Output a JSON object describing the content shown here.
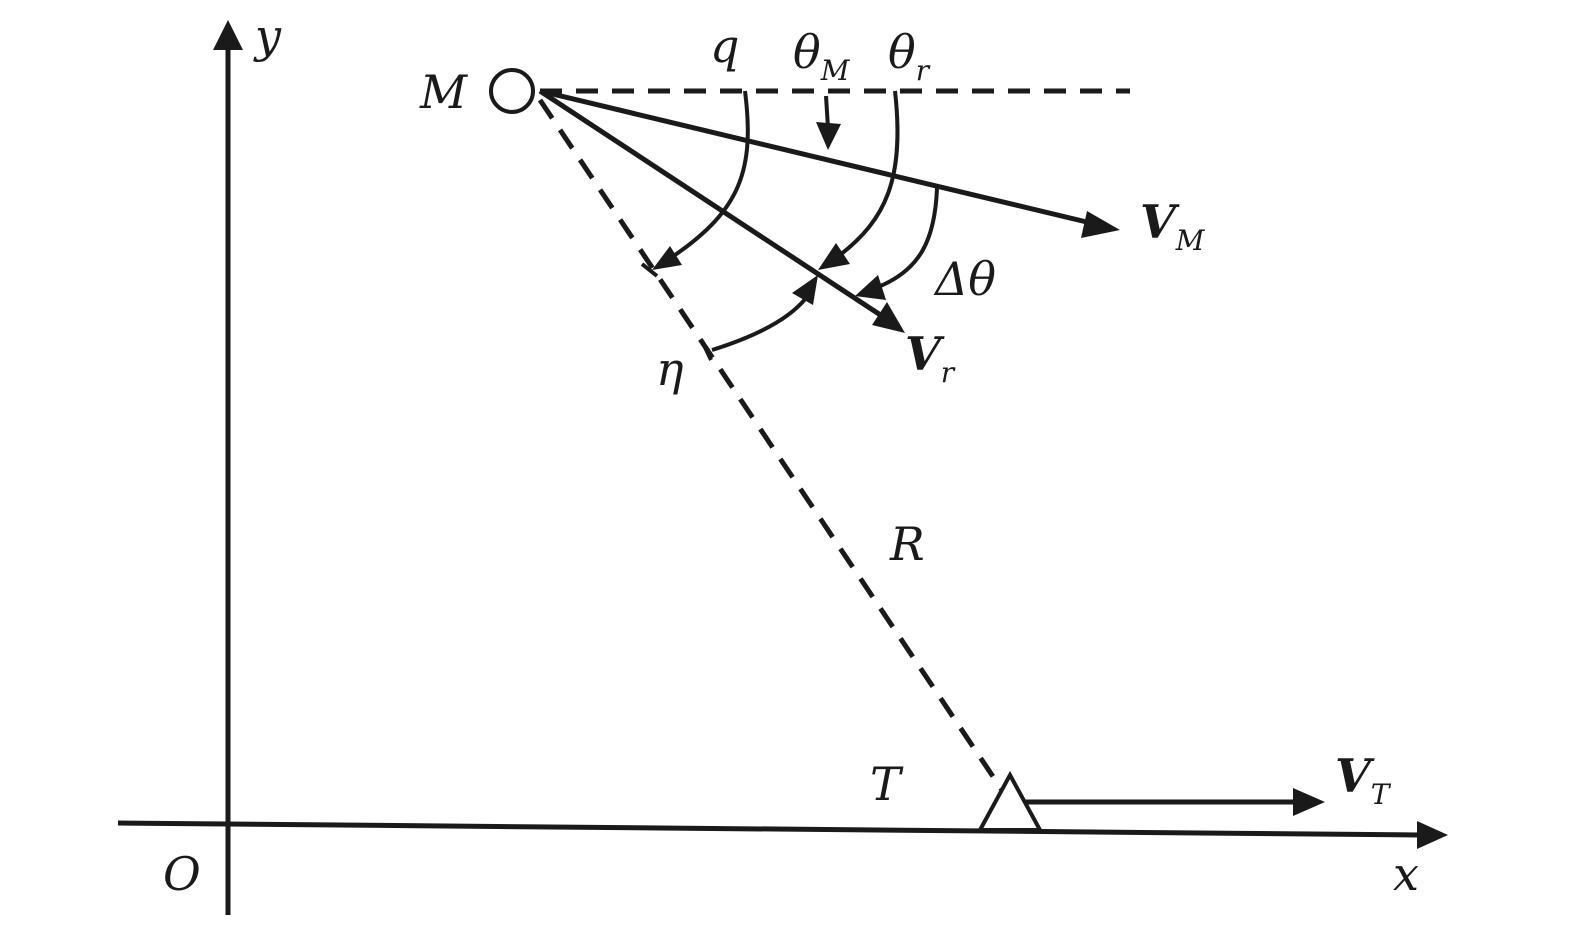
{
  "labels": {
    "y_axis": "y",
    "x_axis": "x",
    "origin": "O",
    "missile": "M",
    "target": "T",
    "range": "R",
    "q": "q",
    "theta": "θ",
    "theta_m_sub": "M",
    "theta_r_sub": "r",
    "delta_theta": "Δθ",
    "eta": "η",
    "v": "V",
    "vm_sub": "M",
    "vr_sub": "r",
    "vt_sub": "T"
  }
}
